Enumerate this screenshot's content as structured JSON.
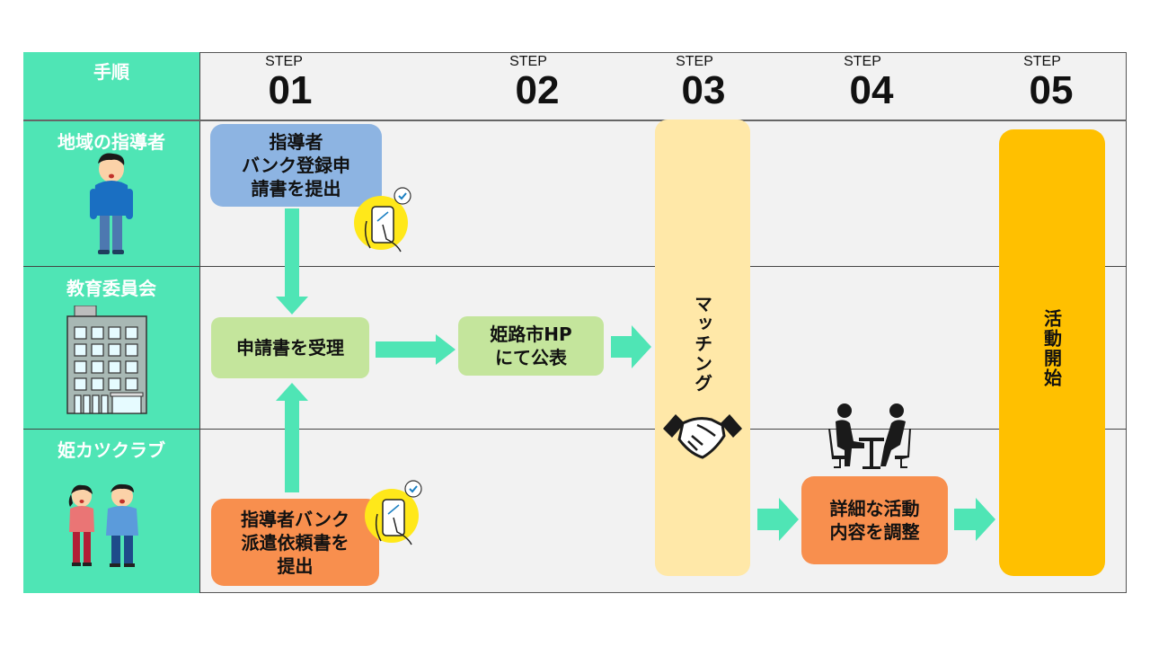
{
  "header": {
    "corner_label": "手順",
    "steps": [
      {
        "prefix": "STEP",
        "number": "01"
      },
      {
        "prefix": "STEP",
        "number": "02"
      },
      {
        "prefix": "STEP",
        "number": "03"
      },
      {
        "prefix": "STEP",
        "number": "04"
      },
      {
        "prefix": "STEP",
        "number": "05"
      }
    ]
  },
  "lanes": [
    {
      "label": "地域の指導者",
      "icon": "person-hoodie-icon"
    },
    {
      "label": "教育委員会",
      "icon": "office-building-icon"
    },
    {
      "label": "姫カツクラブ",
      "icon": "club-coaches-icon"
    }
  ],
  "boxes": {
    "submit_registration": "指導者\nバンク登録申\n請書を提出",
    "receive_application": "申請書を受理",
    "publish_hp": "姫路市HP\nにて公表",
    "matching": "マッチング",
    "submit_dispatch": "指導者バンク\n派遣依頼書を\n提出",
    "adjust_details": "詳細な活動\n内容を調整",
    "start_activity": "活動開始"
  },
  "colors": {
    "lane_green": "#4fe5b5",
    "arrow_green": "#4fe5b5",
    "box_blue": "#8db4e2",
    "box_lightgreen": "#c4e59c",
    "box_orange": "#f88f4e",
    "box_paleyellow": "#ffe8a8",
    "box_gold": "#ffc000"
  }
}
